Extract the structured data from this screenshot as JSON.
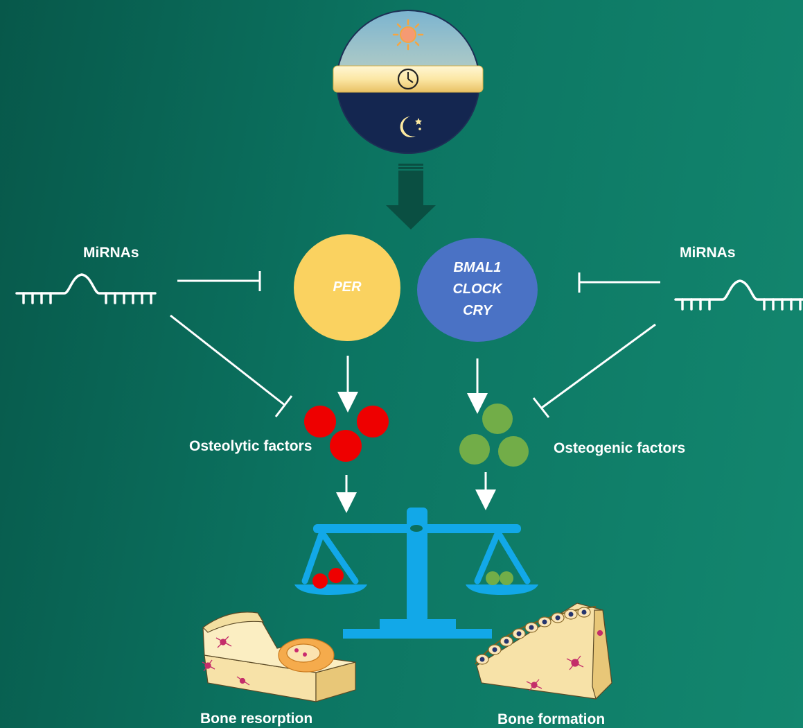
{
  "labels": {
    "mirna_left": "MiRNAs",
    "mirna_right": "MiRNAs",
    "osteolytic": "Osteolytic factors",
    "osteogenic": "Osteogenic factors",
    "resorption": "Bone resorption",
    "formation": "Bone formation"
  },
  "genes": {
    "per": "PER",
    "bmal1": "BMAL1",
    "clock": "CLOCK",
    "cry": "CRY"
  },
  "icons": [
    "sun-icon",
    "clock-icon",
    "moon-icon",
    "mirna-hairpin-icon",
    "balance-scale-icon",
    "bone-tissue-icon"
  ],
  "colors": {
    "background": "#0c7562",
    "per_circle": "#fad260",
    "bmal_circle": "#4a72c5",
    "osteolytic_factor": "#ee0000",
    "osteogenic_factor": "#72ad48",
    "scale": "#12a8e8",
    "arrow": "#0a4f42"
  }
}
